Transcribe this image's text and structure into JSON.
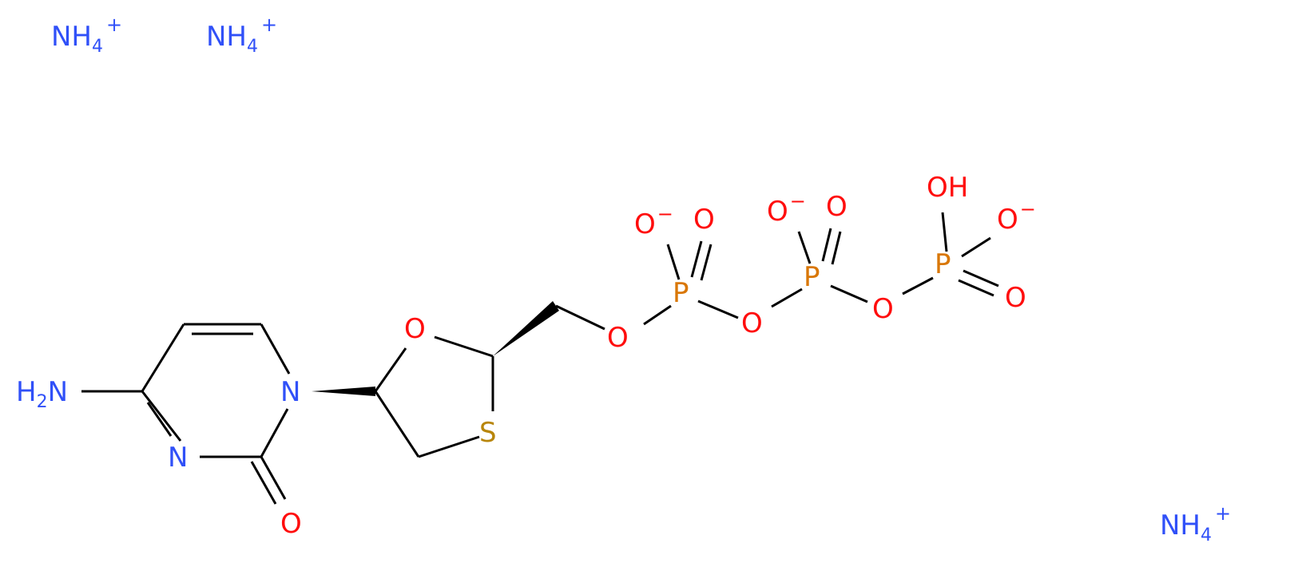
{
  "colors": {
    "carbon_bond": "#000000",
    "nitrogen": "#3050F8",
    "oxygen": "#FF0D0D",
    "phosphorus": "#D97706",
    "sulfur": "#B8860B"
  },
  "atoms": {
    "nh4_1": {
      "base": "NH",
      "sub": "4",
      "charge": "+"
    },
    "nh4_2": {
      "base": "NH",
      "sub": "4",
      "charge": "+"
    },
    "nh4_3": {
      "base": "NH",
      "sub": "4",
      "charge": "+"
    },
    "amine": {
      "base": "H",
      "sub": "2",
      "tail": "N"
    },
    "n1": "N",
    "n3": "N",
    "o_carbonyl": "O",
    "o_ring": "O",
    "s_ring": "S",
    "o_ester": "O",
    "p_alpha": "P",
    "o_alpha_minus": {
      "base": "O",
      "charge": "−"
    },
    "o_alpha_double": "O",
    "o_bridge1": "O",
    "p_beta": "P",
    "o_beta_minus": {
      "base": "O",
      "charge": "−"
    },
    "o_beta_double": "O",
    "o_bridge2": "O",
    "p_gamma": "P",
    "oh_gamma": "OH",
    "o_gamma_minus": {
      "base": "O",
      "charge": "−"
    },
    "o_gamma_double": "O"
  }
}
